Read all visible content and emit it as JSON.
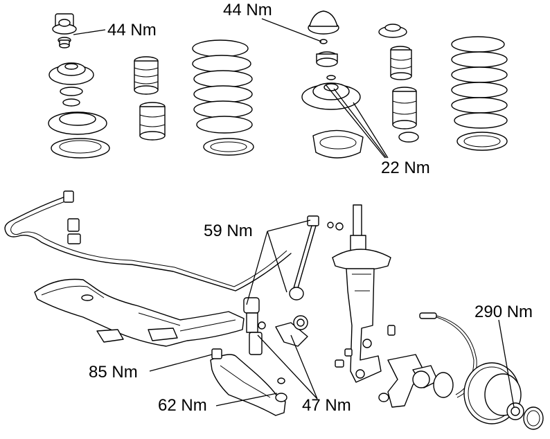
{
  "labels": {
    "top_left_nut_torque": "44 Nm",
    "top_right_nut_torque": "44 Nm",
    "strut_mount_torque": "22 Nm",
    "stabilizer_link_torque": "59 Nm",
    "subframe_torque": "85 Nm",
    "control_arm_torque": "62 Nm",
    "ball_joint_torque": "47 Nm",
    "hub_torque": "290 Nm"
  }
}
